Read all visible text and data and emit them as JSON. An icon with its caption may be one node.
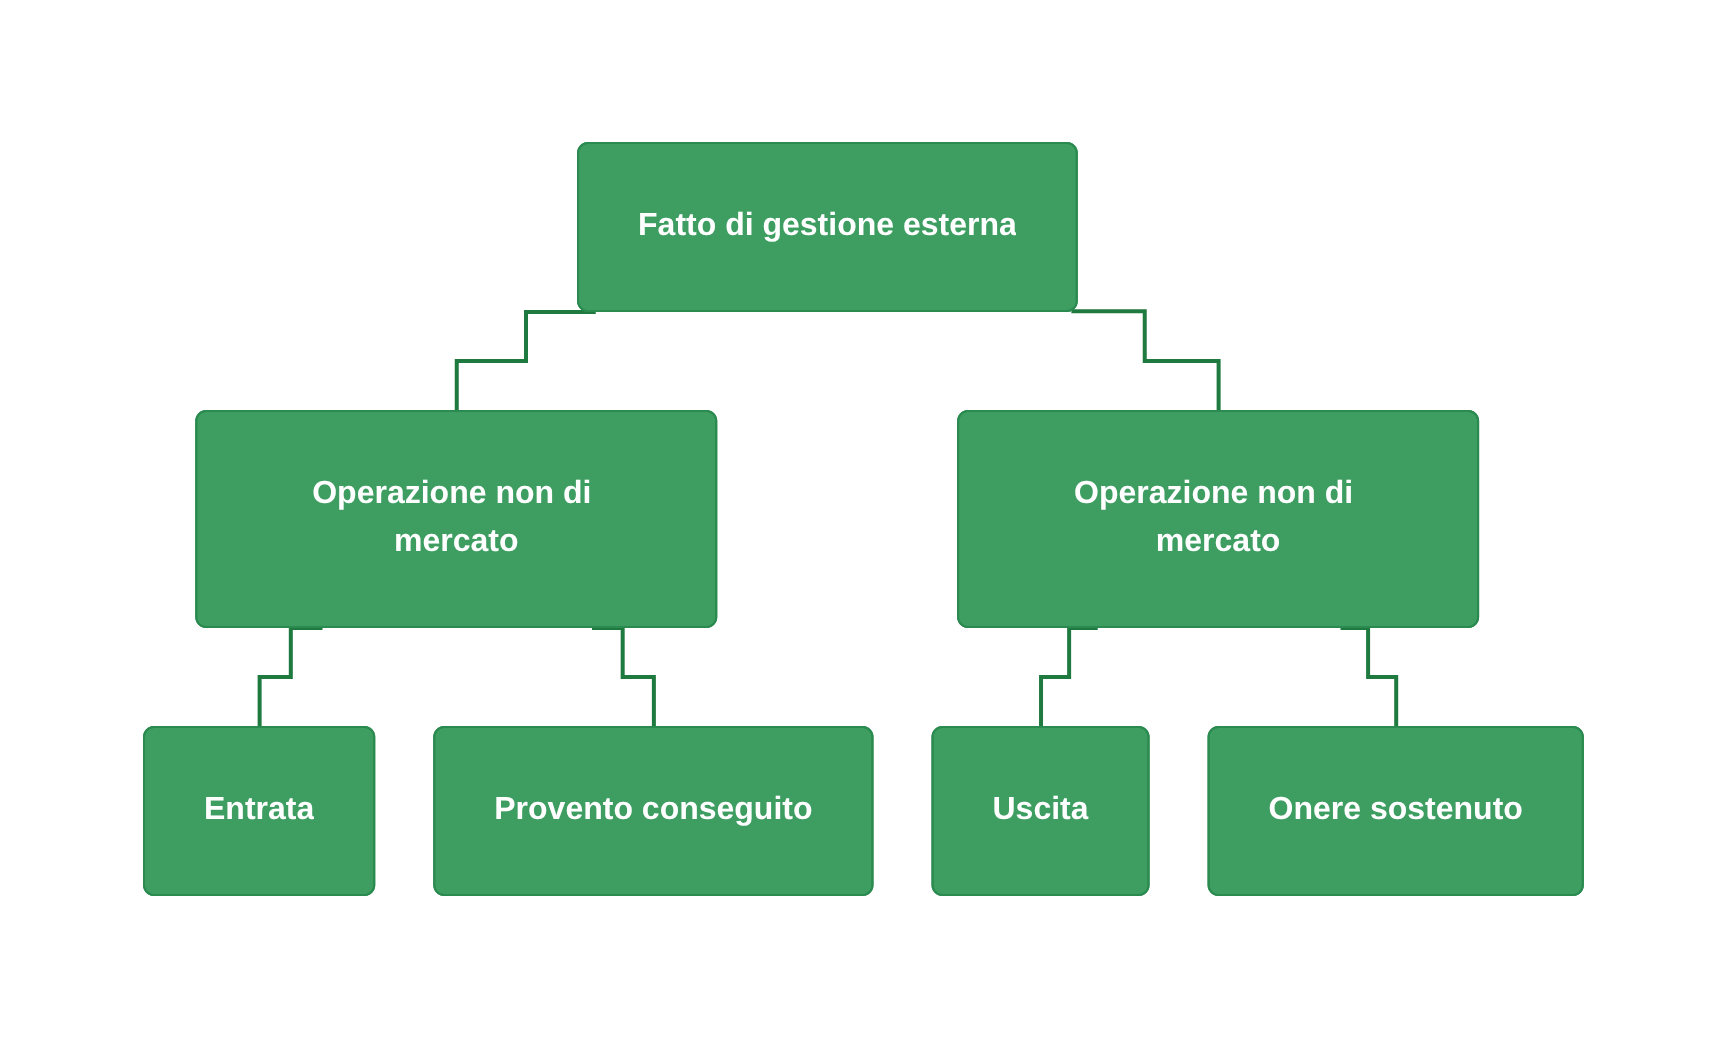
{
  "diagram": {
    "nodes": [
      {
        "text": [
          "Fatto di gestione esterna"
        ]
      },
      {
        "text": [
          "Operazione non di mercato"
        ]
      },
      {
        "text": [
          "Operazione non di mercato"
        ]
      },
      {
        "text": [
          "Entrata"
        ]
      },
      {
        "text": [
          "Provento conseguito"
        ]
      },
      {
        "text": [
          "Uscita"
        ]
      },
      {
        "text": [
          "Onere sostenuto"
        ]
      }
    ],
    "edges": [
      {
        "from": 0,
        "to": 1,
        "arrow": "none"
      },
      {
        "from": 0,
        "to": 2,
        "arrow": "none"
      },
      {
        "from": 1,
        "to": 3,
        "arrow": "none"
      },
      {
        "from": 1,
        "to": 4,
        "arrow": "none"
      },
      {
        "from": 2,
        "to": 5,
        "arrow": "none"
      },
      {
        "from": 2,
        "to": 6,
        "arrow": "none"
      }
    ]
  }
}
